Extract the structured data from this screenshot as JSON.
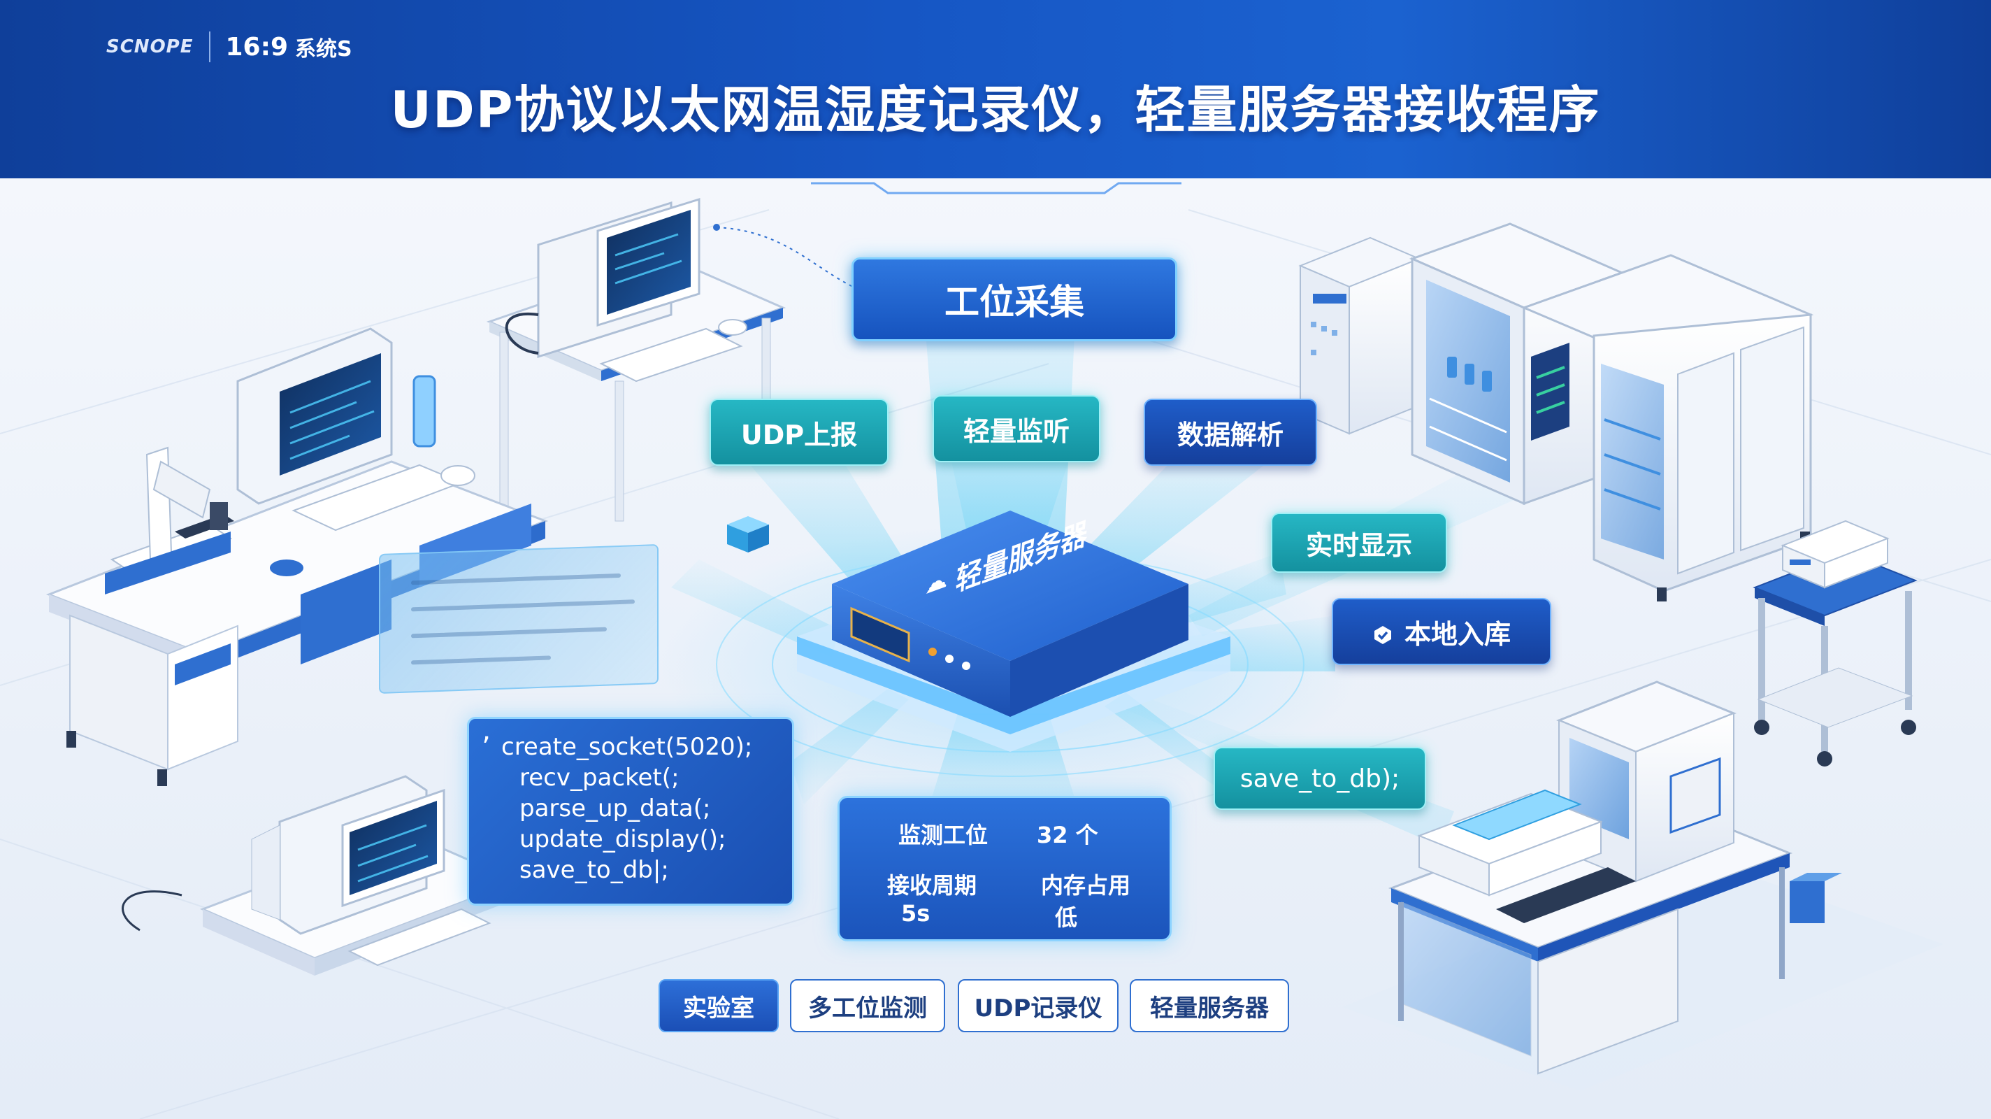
{
  "header": {
    "logo_text": "SCNOPE",
    "aspect_ratio": "16:9",
    "logo_mark": "系统S",
    "title": "UDP协议以太网温湿度记录仪，轻量服务器接收程序"
  },
  "hub": {
    "label": "轻量服务器"
  },
  "flow_labels": {
    "collect": "工位采集",
    "udp_report": "UDP上报",
    "light_listen": "轻量监听",
    "data_parse": "数据解析",
    "realtime_display": "实时显示",
    "local_store": "本地入库",
    "save_call": "save_to_db);"
  },
  "code_panel": {
    "lines": [
      "create_socket(5020);",
      "recv_packet(;",
      "parse_up_data(;",
      "update_display();",
      "save_to_db|;"
    ]
  },
  "stats_panel": {
    "stations_label": "监测工位",
    "stations_value": "32 个",
    "period_label": "接收周期",
    "period_value": "5s",
    "memory_label": "内存占用",
    "memory_value": "低"
  },
  "tags": [
    {
      "label": "实验室",
      "active": true
    },
    {
      "label": "多工位监测",
      "active": false
    },
    {
      "label": "UDP记录仪",
      "active": false
    },
    {
      "label": "轻量服务器",
      "active": false
    }
  ],
  "colors": {
    "header_blue": "#1656c4",
    "label_blue": "#1f5fcc",
    "label_teal": "#1ea6b3",
    "glow_cyan": "#7fd8ff",
    "background": "#eef3fa"
  }
}
